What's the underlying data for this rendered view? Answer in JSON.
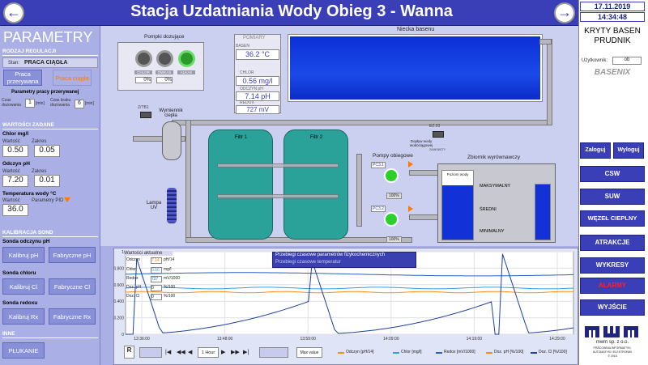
{
  "header": {
    "title": "Stacja Uzdatniania Wody Obieg 3 - Wanna"
  },
  "right": {
    "date": "17.11.2019",
    "time": "14:34:48",
    "pool_name": "KRYTY BASEN PRUDNIK",
    "user_label": "Użytkownik:",
    "user_value": "ob",
    "brand": "BASENIX",
    "login_label": "Zaloguj",
    "logout_label": "Wyloguj",
    "nav": [
      "CSW",
      "SUW",
      "WĘZEŁ CIEPLNY",
      "ATRAKCJE",
      "WYKRESY",
      "ALARMY",
      "WYJŚCIE"
    ],
    "company": "mwm sp. z o.o.",
    "company_sub1": "PRACOWNIA INFORMATYKI,",
    "company_sub2": "AUTOMATYKI I ELEKTRONIKI",
    "company_year": "© 2016"
  },
  "left": {
    "title": "PARAMETRY",
    "regulation_section": "RODZAJ REGULACJI",
    "state_label": "Stan:",
    "state_value": "PRACA CIĄGŁA",
    "btn_interrupted": "Praca przerywana",
    "btn_continuous": "Praca ciągła",
    "interrupted_params": "Parametry pracy przerywanej",
    "dosing_time_label": "Czas dozowania",
    "dosing_time": "1",
    "dosing_time_unit": "[min]",
    "pause_time_label": "Czas braku dozowania",
    "pause_time": "6",
    "pause_time_unit": "[min]",
    "set_values_section": "WARTOŚCI ZADANE",
    "chlorine_label": "Chlor mg/l",
    "value_label": "Wartość",
    "range_label": "Zakres",
    "chlorine_value": "0.50",
    "chlorine_range": "0.05",
    "ph_label": "Odczyn pH",
    "ph_value": "7.20",
    "ph_range": "0.01",
    "temp_label": "Temperatura wody °C",
    "pid_label": "Parametry PID",
    "temp_value": "36.0",
    "calibration_section": "KALIBRACJA SOND",
    "ph_probe": "Sonda odczynu pH",
    "btn_cal_ph": "Kalibruj pH",
    "btn_factory_ph": "Fabryczne pH",
    "cl_probe": "Sonda chloru",
    "btn_cal_cl": "Kalibruj Cl",
    "btn_factory_cl": "Fabryczne Cl",
    "rx_probe": "Sonda redoxu",
    "btn_cal_rx": "Kalibruj Rx",
    "btn_factory_rx": "Fabryczne Rx",
    "other_section": "INNE",
    "btn_flush": "PŁUKANIE"
  },
  "scheme": {
    "dosing_pumps_title": "Pompki dozujące",
    "pump1": "CHLOR",
    "pump1_pct": "0%",
    "pump2": "OWKAS",
    "pump2_pct": "0%",
    "pump3": "ALKAS",
    "measurements_title": "POMIARY",
    "temp_tag": "BASEN",
    "temp_value": "36.2 °C",
    "cl_tag": "CHLOR",
    "cl_value": "0.56 mg/l",
    "ph_tag": "ODCZYN pH",
    "ph_value": "7.14 pH",
    "rx_tag": "REDOX",
    "rx_value": "727 mV",
    "basin_title": "Niecka basenu",
    "valve1": "Z/TB1",
    "heat_exchanger": "Wymiennik ciepła",
    "filter1": "Filtr 1",
    "filter2": "Filtr 2",
    "uv_lamp": "Lampa UV",
    "circ_pumps": "Pompy obiegowe",
    "pump_p1": "PC3.1",
    "pump_p1_val": "100%",
    "pump_p2": "PC3.2",
    "pump_p2_val": "100%",
    "drain_label": "Dopływ wody wodociągowej",
    "valve2": "EZ.03",
    "valve2_state": "ZAMKNIĘTY",
    "tank_title": "Zbiornik wyrównawczy",
    "water_level": "Poziom wody",
    "lvl_max": "MAKSYMALNY",
    "lvl_mid": "ŚREDNI",
    "lvl_min": "MINIMALNY"
  },
  "chart": {
    "current_values": "Wartości aktualne",
    "rows": [
      {
        "name": "Odczyn",
        "value": "7.14",
        "unit": "pH/14"
      },
      {
        "name": "Chlor",
        "value": "0.56",
        "unit": "mg/l"
      },
      {
        "name": "Redox",
        "value": "727",
        "unit": "mV/1000"
      },
      {
        "name": "Doz. pH",
        "value": "0",
        "unit": "%/100"
      },
      {
        "name": "Doz. Cl",
        "value": "0",
        "unit": "%/100"
      }
    ],
    "menu1": "Przebiegi czasowe parametrów fizykochemicznych",
    "menu2": "Przebiegi czasowe temperatur",
    "y_ticks": [
      "1",
      "0.800",
      "0.600",
      "0.400",
      "0.200",
      "0"
    ],
    "x_ticks": [
      "13:36:00",
      "13:48:00",
      "13:59:00",
      "14:09:00",
      "14:19:00",
      "14:29:00"
    ],
    "period": "1 Hour",
    "max_value": "Max value",
    "legend": [
      {
        "name": "Odczyn [pH/14]",
        "color": "#ff8c1a"
      },
      {
        "name": "Chlor [mg/l]",
        "color": "#30a0e0"
      },
      {
        "name": "Redox [mV/1000]",
        "color": "#2a60c0"
      },
      {
        "name": "Doz. pH [%/100]",
        "color": "#ff8c1a"
      },
      {
        "name": "Doz. Cl [%/100]",
        "color": "#2040a0"
      }
    ]
  }
}
